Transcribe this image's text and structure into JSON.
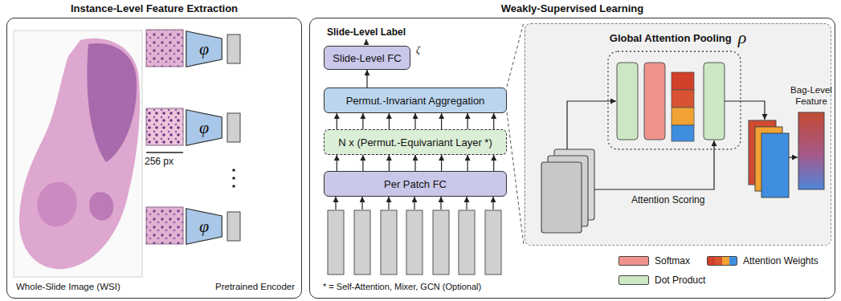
{
  "diagram": {
    "nodes": [
      {
        "text": [
          "Instance-Level Feature Extraction"
        ]
      },
      {
        "text": [
          "φ"
        ],
        "in": 0
      },
      {
        "text": [
          "φ"
        ],
        "in": 0
      },
      {
        "text": [
          "φ"
        ],
        "in": 0
      },
      {
        "text": [
          "Weakly-Supervised Learning"
        ]
      },
      {
        "text": [
          "Slide-Level FC"
        ],
        "in": 4
      },
      {
        "text": [
          "Permut.-Invariant Aggregation"
        ],
        "in": 4
      },
      {
        "text": [
          "N x (Permut.-Equivariant Layer *)"
        ],
        "in": 4
      },
      {
        "text": [
          "Per Patch FC"
        ],
        "in": 4
      },
      {
        "text": [
          "Global Attention Pooling",
          "ρ"
        ],
        "in": 4
      }
    ],
    "edges": [
      {
        "from": 8,
        "to": 7,
        "arrow": "to"
      },
      {
        "from": 8,
        "to": 7,
        "arrow": "to"
      },
      {
        "from": 8,
        "to": 7,
        "arrow": "to"
      },
      {
        "from": 8,
        "to": 7,
        "arrow": "to"
      },
      {
        "from": 8,
        "to": 7,
        "arrow": "to"
      },
      {
        "from": 8,
        "to": 7,
        "arrow": "to"
      },
      {
        "from": 8,
        "to": 7,
        "arrow": "to"
      },
      {
        "from": 7,
        "to": 6,
        "arrow": "to"
      },
      {
        "from": 7,
        "to": 6,
        "arrow": "to"
      },
      {
        "from": 7,
        "to": 6,
        "arrow": "to"
      },
      {
        "from": 7,
        "to": 6,
        "arrow": "to"
      },
      {
        "from": 7,
        "to": 6,
        "arrow": "to"
      },
      {
        "from": 7,
        "to": 6,
        "arrow": "to"
      },
      {
        "from": 7,
        "to": 6,
        "arrow": "to"
      },
      {
        "from": 6,
        "to": 5,
        "arrow": "to"
      }
    ],
    "labels": [
      "256 px",
      "Whole-Slide Image (WSI)",
      "Pretrained Encoder",
      "Slide-Level Label",
      "ζ",
      "* = Self-Attention, Mixer, GCN (Optional)",
      "Bag-Level Feature",
      "Attention Scoring"
    ],
    "legend": [
      {
        "text": "Softmax",
        "color": "#f0938d"
      },
      {
        "text": "Attention Weights"
      },
      {
        "text": "Dot Product",
        "color": "#cbe7c3"
      }
    ]
  }
}
